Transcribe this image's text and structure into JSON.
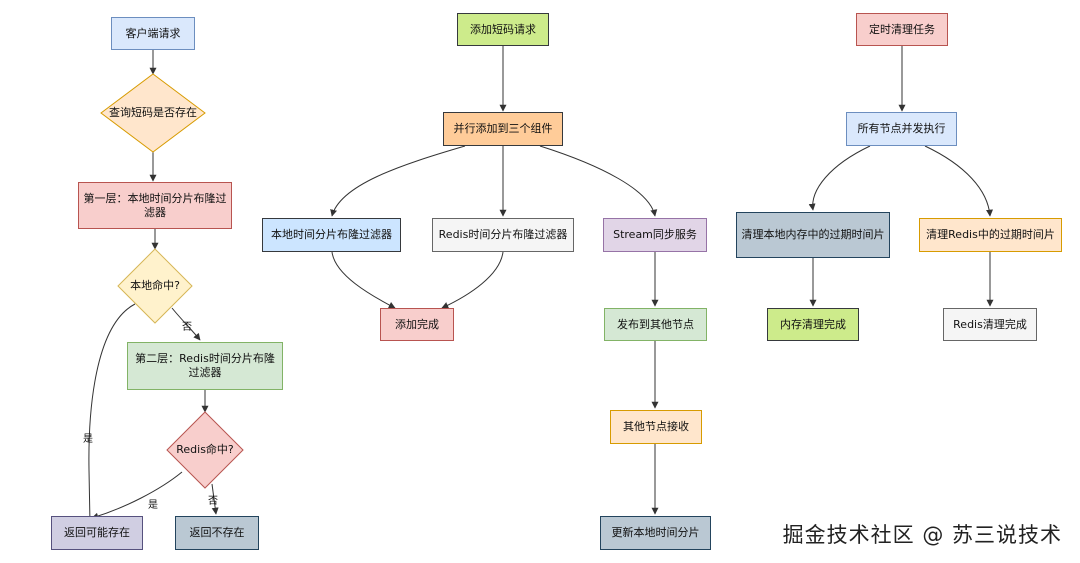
{
  "colors": {
    "blue": "#dae8fc",
    "orange": "#ffe6cc",
    "red": "#f8cecc",
    "yellow": "#fff2cc",
    "green": "#d5e8d4",
    "purple": "#e1d5e7",
    "gray": "#bac8d3",
    "lime": "#cdeb8b",
    "light_gray": "#f5f5f5",
    "peach": "#ffcc99",
    "stroke": "#333333"
  },
  "left_flow": {
    "client_request": "客户端请求",
    "check_exists": "查询短码是否存在",
    "layer1": "第一层：本地时间分片布隆过滤器",
    "local_hit": "本地命中?",
    "layer2": "第二层：Redis时间分片布隆过滤器",
    "redis_hit": "Redis命中?",
    "may_exist": "返回可能存在",
    "not_exist": "返回不存在",
    "label_no_1": "否",
    "label_yes_1": "是",
    "label_yes_2": "是",
    "label_no_2": "否"
  },
  "middle_flow": {
    "add_request": "添加短码请求",
    "parallel_add": "并行添加到三个组件",
    "local_bloom": "本地时间分片布隆过滤器",
    "redis_bloom": "Redis时间分片布隆过滤器",
    "stream_sync": "Stream同步服务",
    "add_done": "添加完成",
    "publish": "发布到其他节点",
    "receive": "其他节点接收",
    "update_local": "更新本地时间分片"
  },
  "right_flow": {
    "cleanup_task": "定时清理任务",
    "all_nodes": "所有节点并发执行",
    "clean_local": "清理本地内存中的过期时间片",
    "clean_redis": "清理Redis中的过期时间片",
    "mem_done": "内存清理完成",
    "redis_done": "Redis清理完成"
  },
  "watermark": "掘金技术社区 @ 苏三说技术"
}
